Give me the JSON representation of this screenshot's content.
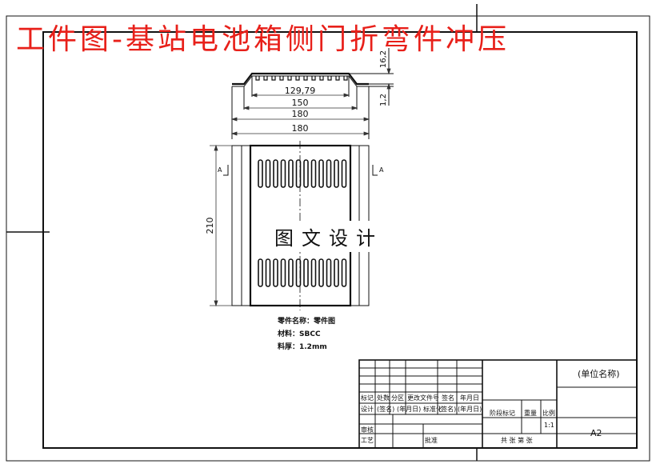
{
  "banner": "工件图-基站电池箱侧门折弯件冲压",
  "watermark": "图文设计",
  "dimensions": {
    "slot_span": "129,79",
    "top_width": "150",
    "bottom_width": "180",
    "plan_width": "180",
    "height": "210",
    "flange_height": "16,2",
    "thickness": "1,2",
    "section_left": "A",
    "section_right": "A"
  },
  "notes": {
    "part_name": "零件名称：零件图",
    "material": "材料：SBCC",
    "thickness": "料厚：1.2mm"
  },
  "title_block": {
    "company": "(单位名称)",
    "row1": [
      "标记",
      "处数",
      "分区",
      "更改文件号",
      "签名",
      "年月日"
    ],
    "row2": [
      "设计",
      "(签名)",
      "(年月日)",
      "标准化",
      "(签名)",
      "(年月日)"
    ],
    "review": "审核",
    "process": "工艺",
    "approve": "批准",
    "stage_mark": "阶段标记",
    "weight": "重量",
    "scale_label": "比例",
    "scale_value": "1:1",
    "sheet": "共  张  第  张",
    "size": "A2"
  },
  "colors": {
    "line": "#111111",
    "banner": "#e8201a",
    "dim": "#333333"
  }
}
